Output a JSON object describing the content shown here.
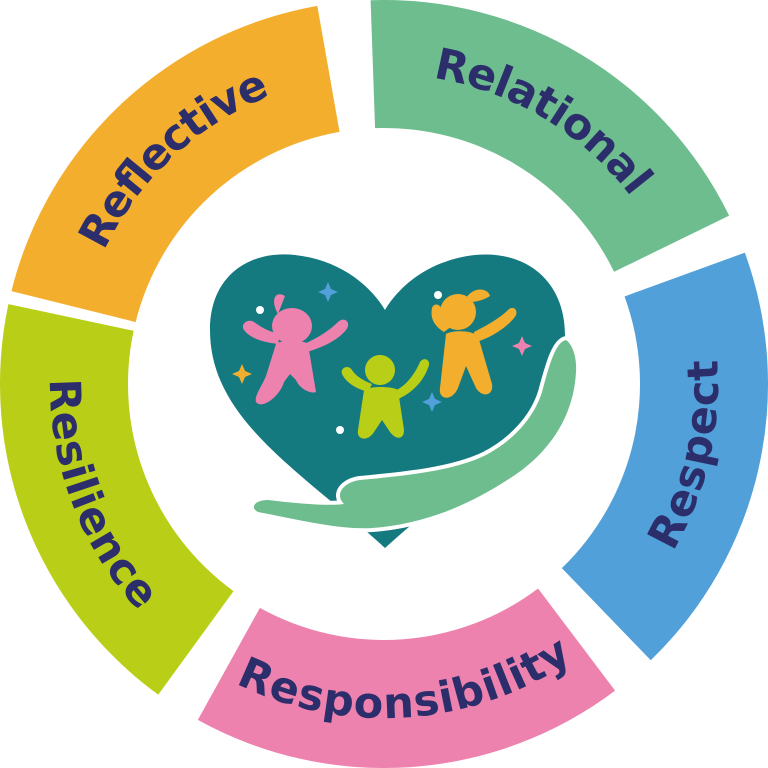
{
  "diagram": {
    "segments": [
      {
        "label": "Reflective",
        "color": "#F4AE2E"
      },
      {
        "label": "Relational",
        "color": "#6EBD8E"
      },
      {
        "label": "Respect",
        "color": "#51A0D9"
      },
      {
        "label": "Responsibility",
        "color": "#EE82AE"
      },
      {
        "label": "Resilience",
        "color": "#B9CE16"
      }
    ],
    "text_color": "#2B2E6B",
    "emblem": {
      "heart_color": "#147A80",
      "hand_color": "#6EBD8E",
      "figures": [
        {
          "name": "pink-child-figure",
          "color": "#EE82AE"
        },
        {
          "name": "green-child-figure",
          "color": "#B9CE16"
        },
        {
          "name": "orange-child-figure",
          "color": "#F4AE2E"
        }
      ],
      "sparkle_colors": [
        "#51A0D9",
        "#F4AE2E",
        "#EE82AE",
        "#FFFFFF"
      ]
    }
  }
}
